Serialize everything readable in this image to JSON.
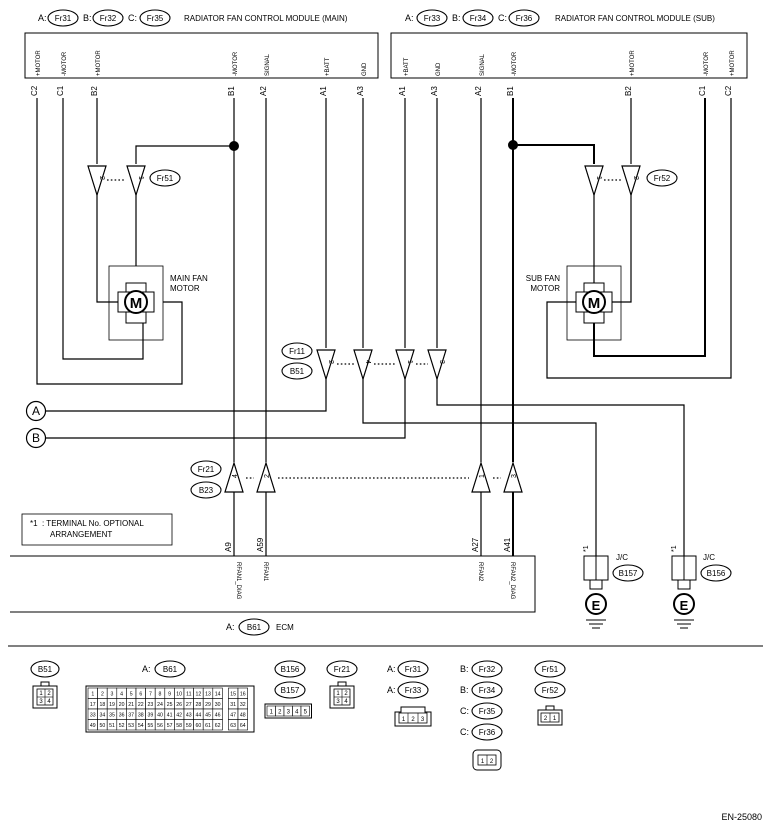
{
  "main_module": {
    "title": "RADIATOR FAN CONTROL MODULE (MAIN)",
    "connectors": [
      {
        "prefix": "A:",
        "id": "Fr31"
      },
      {
        "prefix": "B:",
        "id": "Fr32"
      },
      {
        "prefix": "C:",
        "id": "Fr35"
      }
    ],
    "pins": [
      {
        "pin": "C2",
        "signal": "+MOTOR"
      },
      {
        "pin": "C1",
        "signal": "-MOTOR"
      },
      {
        "pin": "B2",
        "signal": "+MOTOR"
      },
      {
        "pin": "B1",
        "signal": "-MOTOR"
      },
      {
        "pin": "A2",
        "signal": "SIGNAL"
      },
      {
        "pin": "A1",
        "signal": "+BATT"
      },
      {
        "pin": "A3",
        "signal": "GND"
      }
    ]
  },
  "sub_module": {
    "title": "RADIATOR FAN CONTROL MODULE (SUB)",
    "connectors": [
      {
        "prefix": "A:",
        "id": "Fr33"
      },
      {
        "prefix": "B:",
        "id": "Fr34"
      },
      {
        "prefix": "C:",
        "id": "Fr36"
      }
    ],
    "pins": [
      {
        "pin": "A1",
        "signal": "+BATT"
      },
      {
        "pin": "A3",
        "signal": "GND"
      },
      {
        "pin": "A2",
        "signal": "SIGNAL"
      },
      {
        "pin": "B1",
        "signal": "-MOTOR"
      },
      {
        "pin": "B2",
        "signal": "+MOTOR"
      },
      {
        "pin": "C1",
        "signal": "-MOTOR"
      },
      {
        "pin": "C2",
        "signal": "+MOTOR"
      }
    ]
  },
  "main_motor": {
    "label": "MAIN FAN\nMOTOR",
    "symbol": "M",
    "connector": "Fr51",
    "pins": [
      "2",
      "1"
    ]
  },
  "sub_motor": {
    "label": "SUB FAN\nMOTOR",
    "symbol": "M",
    "connector": "Fr52",
    "pins": [
      "1",
      "2"
    ]
  },
  "mid_connector": {
    "ids": [
      "Fr11",
      "B51"
    ],
    "pins": [
      "2",
      "4",
      "1",
      "3"
    ]
  },
  "lower_connector": {
    "ids": [
      "Fr21",
      "B23"
    ],
    "pins": [
      "4",
      "2",
      "1",
      "3"
    ]
  },
  "references": [
    "A",
    "B"
  ],
  "note": {
    "mark": "*1",
    "text": ": TERMINAL No. OPTIONAL\nARRANGEMENT"
  },
  "ecm": {
    "prefix": "A:",
    "id": "B61",
    "label": "ECM",
    "pins": [
      {
        "pin": "A9",
        "signal": "RFAN1_DIAG"
      },
      {
        "pin": "A59",
        "signal": "RFAN1"
      },
      {
        "pin": "A27",
        "signal": "RFAN2"
      },
      {
        "pin": "A41",
        "signal": "RFAN2_DIAG"
      }
    ]
  },
  "grounds": [
    {
      "mark": "*1",
      "jc": "J/C",
      "id": "B157",
      "symbol": "E"
    },
    {
      "mark": "*1",
      "jc": "J/C",
      "id": "B156",
      "symbol": "E"
    }
  ],
  "connector_views": {
    "b51": {
      "id": "B51",
      "pins": [
        "1",
        "2",
        "3",
        "4"
      ]
    },
    "b61": {
      "prefix": "A:",
      "id": "B61",
      "rows": [
        [
          "1",
          "2",
          "3",
          "4",
          "5",
          "6",
          "7",
          "8",
          "9",
          "10",
          "11",
          "12",
          "13",
          "14",
          "15",
          "16"
        ],
        [
          "17",
          "18",
          "19",
          "20",
          "21",
          "22",
          "23",
          "24",
          "25",
          "26",
          "27",
          "28",
          "29",
          "30",
          "31",
          "32"
        ],
        [
          "33",
          "34",
          "35",
          "36",
          "37",
          "38",
          "39",
          "40",
          "41",
          "42",
          "43",
          "44",
          "45",
          "46",
          "47",
          "48"
        ],
        [
          "49",
          "50",
          "51",
          "52",
          "53",
          "54",
          "55",
          "56",
          "57",
          "58",
          "59",
          "60",
          "61",
          "62",
          "63",
          "64"
        ]
      ]
    },
    "b156": {
      "ids": [
        "B156",
        "B157"
      ],
      "pins": [
        "1",
        "2",
        "3",
        "4",
        "5"
      ]
    },
    "fr21": {
      "id": "Fr21",
      "pins": [
        "1",
        "2",
        "3",
        "4"
      ]
    },
    "fr31": {
      "labels": [
        {
          "prefix": "A:",
          "id": "Fr31"
        },
        {
          "prefix": "A:",
          "id": "Fr33"
        }
      ],
      "pins": [
        "1",
        "2",
        "3"
      ]
    },
    "fr32": {
      "labels": [
        {
          "prefix": "B:",
          "id": "Fr32"
        },
        {
          "prefix": "B:",
          "id": "Fr34"
        },
        {
          "prefix": "C:",
          "id": "Fr35"
        },
        {
          "prefix": "C:",
          "id": "Fr36"
        }
      ],
      "pins": [
        "1",
        "2"
      ]
    },
    "fr51": {
      "ids": [
        "Fr51",
        "Fr52"
      ],
      "pins": [
        "2",
        "1"
      ]
    }
  },
  "figure_code": "EN-25080"
}
